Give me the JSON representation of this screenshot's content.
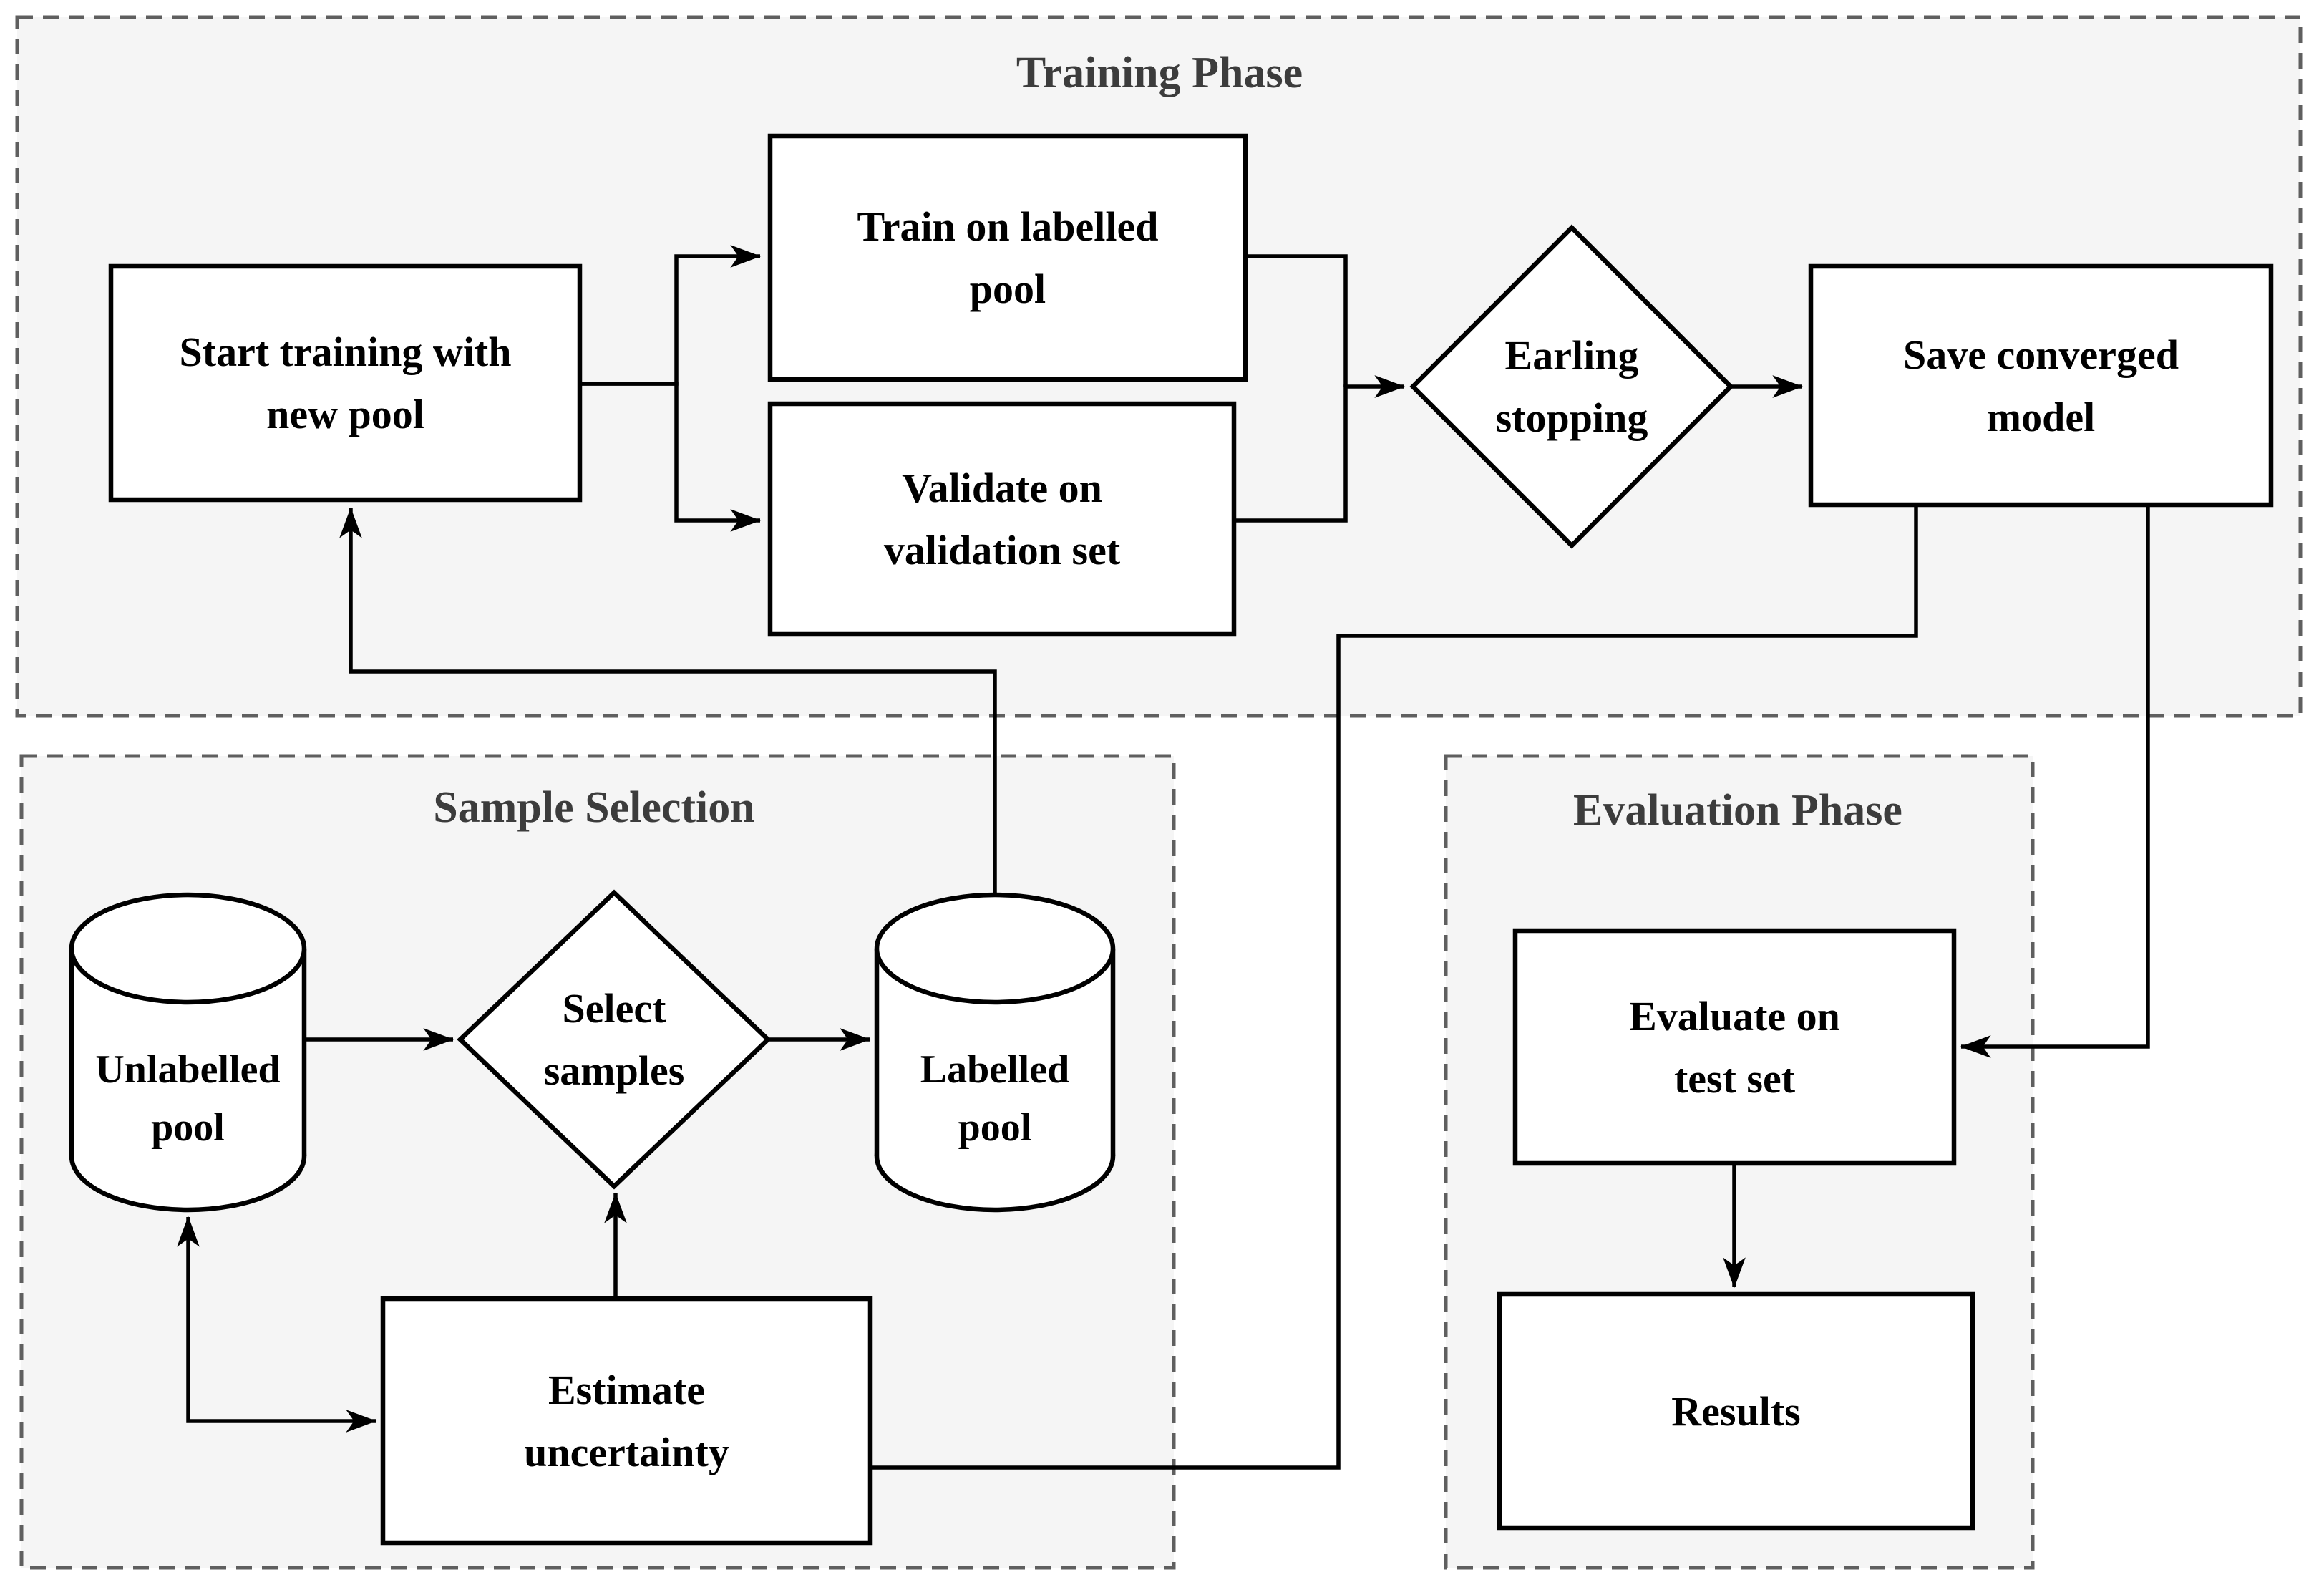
{
  "diagram": {
    "containers": {
      "training": {
        "title": "Training Phase"
      },
      "sample_selection": {
        "title": "Sample Selection"
      },
      "evaluation": {
        "title": "Evaluation Phase"
      }
    },
    "nodes": {
      "start": {
        "label": "Start training with\nnew pool",
        "shape": "rectangle"
      },
      "train": {
        "label": "Train on labelled\npool",
        "shape": "rectangle"
      },
      "validate": {
        "label": "Validate on\nvalidation set",
        "shape": "rectangle"
      },
      "early_stopping": {
        "label": "Earling\nstopping",
        "shape": "diamond"
      },
      "save_model": {
        "label": "Save converged\nmodel",
        "shape": "rectangle"
      },
      "unlabelled_pool": {
        "label": "Unlabelled\npool",
        "shape": "cylinder"
      },
      "select_samples": {
        "label": "Select\nsamples",
        "shape": "diamond"
      },
      "labelled_pool": {
        "label": "Labelled\npool",
        "shape": "cylinder"
      },
      "estimate_uncertainty": {
        "label": "Estimate\nuncertainty",
        "shape": "rectangle"
      },
      "evaluate": {
        "label": "Evaluate on\ntest set",
        "shape": "rectangle"
      },
      "results": {
        "label": "Results",
        "shape": "rectangle"
      }
    },
    "edges": [
      {
        "from": "start",
        "to": "train"
      },
      {
        "from": "start",
        "to": "validate"
      },
      {
        "from": "train",
        "to": "early_stopping"
      },
      {
        "from": "validate",
        "to": "early_stopping"
      },
      {
        "from": "early_stopping",
        "to": "save_model"
      },
      {
        "from": "save_model",
        "to": "estimate_uncertainty"
      },
      {
        "from": "save_model",
        "to": "evaluate"
      },
      {
        "from": "labelled_pool",
        "to": "start"
      },
      {
        "from": "unlabelled_pool",
        "to": "estimate_uncertainty",
        "bidirectional": true
      },
      {
        "from": "unlabelled_pool",
        "to": "select_samples"
      },
      {
        "from": "estimate_uncertainty",
        "to": "select_samples"
      },
      {
        "from": "select_samples",
        "to": "labelled_pool"
      },
      {
        "from": "evaluate",
        "to": "results"
      }
    ],
    "colors": {
      "background": "#ffffff",
      "container_fill": "#f5f5f5",
      "container_border": "#5f5f5f",
      "node_fill": "#ffffff",
      "node_border": "#000000",
      "connector": "#000000",
      "node_text": "#000000",
      "title_text": "#3c3c3c"
    }
  }
}
